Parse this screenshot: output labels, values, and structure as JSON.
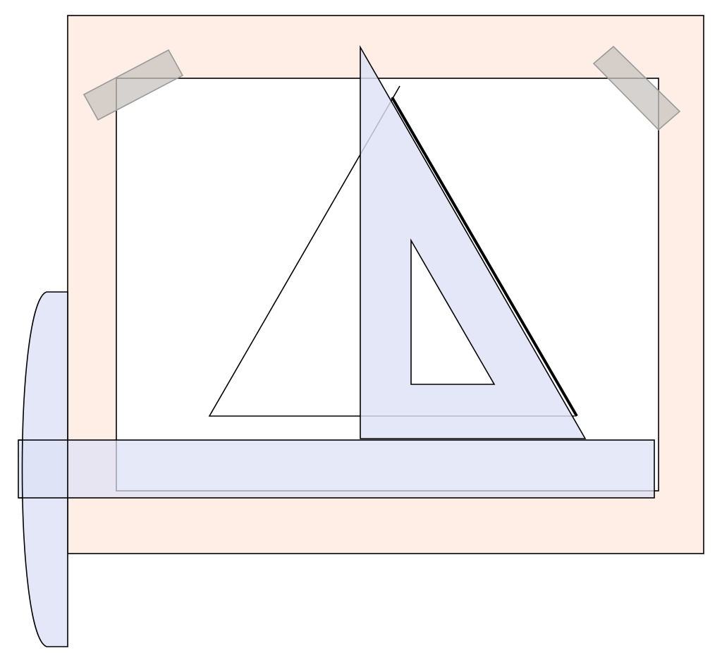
{
  "scene": {
    "description_visible_text": "",
    "objects": [
      "drawing-board",
      "paper-sheet",
      "masking-tape-left",
      "masking-tape-right",
      "drawn-triangle",
      "set-square",
      "t-square"
    ]
  },
  "colors": {
    "board_fill": "#ffeee6",
    "paper_fill": "#ffffff",
    "tool_fill": "#dde2f5",
    "tape_fill": "#c8c3bf",
    "outline": "#000000"
  },
  "tools": {
    "t_square_transparent": true,
    "set_square_transparent": true,
    "tape_transparent": true
  }
}
